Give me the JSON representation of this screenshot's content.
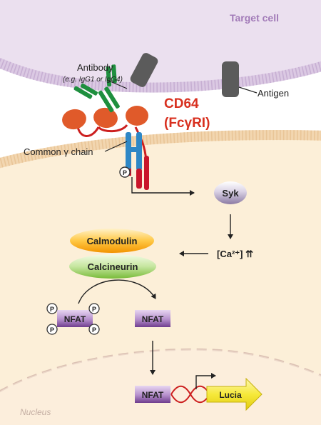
{
  "labels": {
    "target_cell": "Target cell",
    "antibody": "Antibody",
    "antibody_example": "(e.g. IgG1 or IgG4)",
    "antigen": "Antigen",
    "cd64_line1": "CD64",
    "cd64_line2": "(FcγRI)",
    "common_gamma_chain": "Common γ chain",
    "phospho": "P",
    "syk": "Syk",
    "calcium": "[Ca²⁺] ⇈",
    "calmodulin": "Calmodulin",
    "calcineurin": "Calcineurin",
    "nfat": "NFAT",
    "nucleus": "Nucleus",
    "lucia": "Lucia"
  },
  "colors": {
    "target_cell_fill": "#ebe0ef",
    "target_membrane": "#d7c4df",
    "target_label": "#a27bb8",
    "cell_fill": "#fcefd8",
    "cell_membrane": "#f4d9b4",
    "nucleus_border": "#dcc2b4",
    "antibody_green": "#1e8f3e",
    "antigen_grey": "#5a5a5a",
    "cd64_orange": "#e0511c",
    "cd64_red": "#cc1f1f",
    "gamma_blue": "#2e87c6",
    "gamma_red": "#c9162b",
    "syk_purple": "#8b7aa3",
    "calmodulin_orange": "#f5a000",
    "calcineurin_green": "#7cbf3b",
    "nfat_purple": "#7d4a9c",
    "dna_red": "#cc1f1f",
    "lucia_yellow": "#f4e22a"
  }
}
